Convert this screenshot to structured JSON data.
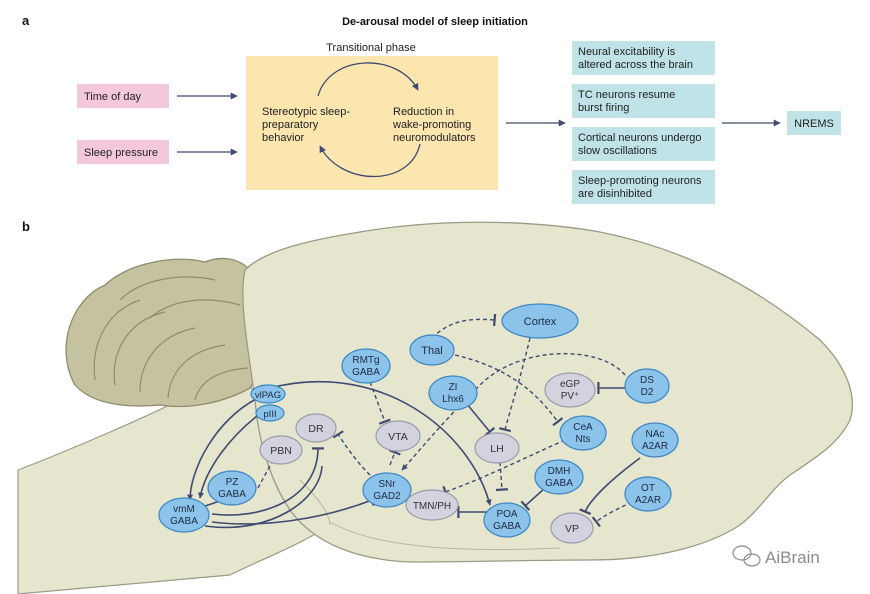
{
  "panel_a": {
    "label": "a",
    "title": "De-arousal model of sleep initiation",
    "phase_title": "Transitional phase",
    "inputs": [
      {
        "lines": [
          "Time of day"
        ]
      },
      {
        "lines": [
          "Sleep pressure"
        ]
      }
    ],
    "phase_left": [
      "Stereotypic sleep-",
      "preparatory",
      "behavior"
    ],
    "phase_right": [
      "Reduction in",
      "wake-promoting",
      "neuromodulators"
    ],
    "effects": [
      {
        "lines": [
          "Neural excitability is",
          "altered across the brain"
        ]
      },
      {
        "lines": [
          "TC neurons resume",
          "burst firing"
        ]
      },
      {
        "lines": [
          "Cortical neurons undergo",
          "slow oscillations"
        ]
      },
      {
        "lines": [
          "Sleep-promoting neurons",
          "are disinhibited"
        ]
      }
    ],
    "outcome": "NREMS"
  },
  "panel_b": {
    "label": "b",
    "nodes": {
      "cortex": [
        "Cortex"
      ],
      "thal": [
        "Thal"
      ],
      "rmtg": [
        "RMTg",
        "GABA"
      ],
      "vlpag": [
        "vlPAG"
      ],
      "piii": [
        "pIII"
      ],
      "dr": [
        "DR"
      ],
      "pbn": [
        "PBN"
      ],
      "vta": [
        "VTA"
      ],
      "zi": [
        "ZI",
        "Lhx6"
      ],
      "lh": [
        "LH"
      ],
      "egp": [
        "eGP",
        "PV⁺"
      ],
      "ds": [
        "DS",
        "D2"
      ],
      "cea": [
        "CeA",
        "Nts"
      ],
      "nac": [
        "NAc",
        "A2AR"
      ],
      "pz": [
        "PZ",
        "GABA"
      ],
      "vmm": [
        "vmM",
        "GABA"
      ],
      "snr": [
        "SNr",
        "GAD2"
      ],
      "tmn": [
        "TMN/PH"
      ],
      "poa": [
        "POA",
        "GABA"
      ],
      "dmh": [
        "DMH",
        "GABA"
      ],
      "ot": [
        "OT",
        "A2AR"
      ],
      "vp": [
        "VP"
      ]
    }
  },
  "watermark": "AiBrain",
  "colors": {
    "input_pink": "#f4c8da",
    "phase_yellow": "#fbe6b0",
    "effect_teal": "#bfe3e7",
    "brain_fill": "#e6e6cf",
    "brain_stroke": "#9a9a86",
    "cerebellum_fill": "#c5c2a0",
    "node_blue": "#8cc3ea",
    "node_blue_stroke": "#3b86c2",
    "node_grey": "#d3d3df",
    "node_grey_stroke": "#9a9aab",
    "arrow": "#3f4a72"
  }
}
